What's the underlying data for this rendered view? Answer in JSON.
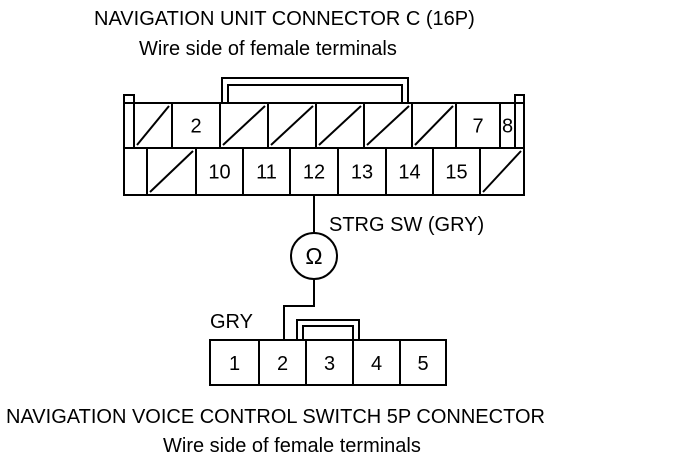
{
  "top_connector": {
    "title": "NAVIGATION UNIT CONNECTOR C (16P)",
    "subtitle": "Wire side of female terminals",
    "row1": [
      {
        "label": "",
        "state": "empty"
      },
      {
        "label": "",
        "state": "unused"
      },
      {
        "label": "2",
        "state": "pin"
      },
      {
        "label": "",
        "state": "unused"
      },
      {
        "label": "",
        "state": "unused"
      },
      {
        "label": "",
        "state": "unused"
      },
      {
        "label": "",
        "state": "unused"
      },
      {
        "label": "",
        "state": "unused"
      },
      {
        "label": "7",
        "state": "pin"
      },
      {
        "label": "8",
        "state": "pin"
      },
      {
        "label": "",
        "state": "empty"
      }
    ],
    "row2": [
      {
        "label": "",
        "state": "empty"
      },
      {
        "label": "",
        "state": "unused"
      },
      {
        "label": "10",
        "state": "pin"
      },
      {
        "label": "11",
        "state": "pin"
      },
      {
        "label": "12",
        "state": "pin"
      },
      {
        "label": "13",
        "state": "pin"
      },
      {
        "label": "14",
        "state": "pin"
      },
      {
        "label": "15",
        "state": "pin"
      },
      {
        "label": "",
        "state": "unused"
      }
    ]
  },
  "wire_top": {
    "label": "STRG SW (GRY)"
  },
  "meter": {
    "symbol": "Ω"
  },
  "wire_bottom": {
    "label": "GRY"
  },
  "bottom_connector": {
    "title": "NAVIGATION VOICE CONTROL SWITCH 5P CONNECTOR",
    "subtitle": "Wire side of female terminals",
    "pins": [
      "1",
      "2",
      "3",
      "4",
      "5"
    ]
  }
}
